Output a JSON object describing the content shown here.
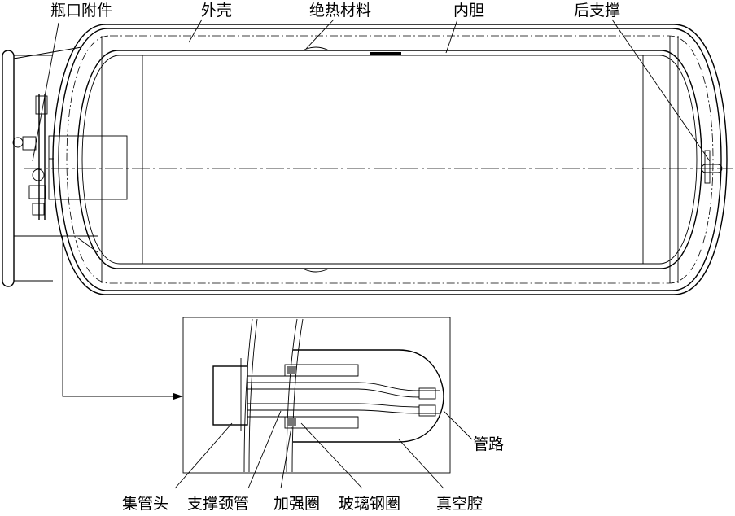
{
  "title_labels": {
    "bottle_fittings": "瓶口附件",
    "outer_shell": "外壳",
    "insulation": "绝热材料",
    "inner_vessel": "内胆",
    "rear_support": "后支撑"
  },
  "detail_labels": {
    "piping": "管路",
    "manifold_head": "集管头",
    "support_neck_tube": "支撑颈管",
    "reinforcing_ring": "加强圈",
    "frp_ring": "玻璃钢圈",
    "vacuum_chamber": "真空腔"
  }
}
